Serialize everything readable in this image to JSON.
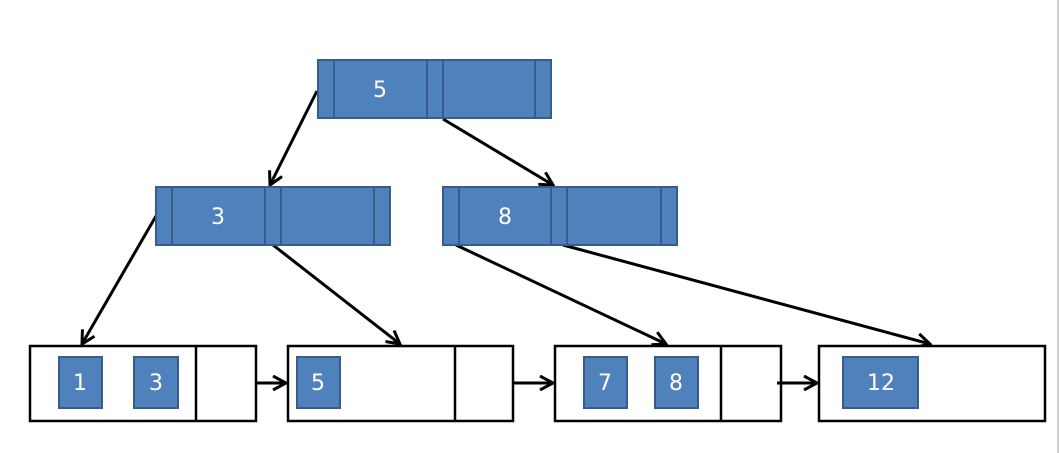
{
  "colors": {
    "node_fill": "#4f81bd",
    "node_border": "#385d8a",
    "leaf_border": "#000000",
    "edge": "#000000",
    "text": "#ffffff"
  },
  "inner_nodes": [
    {
      "id": "root",
      "key": "5"
    },
    {
      "id": "left",
      "key": "3"
    },
    {
      "id": "right",
      "key": "8"
    }
  ],
  "leaves": [
    {
      "id": "leaf1",
      "keys": [
        "1",
        "3"
      ]
    },
    {
      "id": "leaf2",
      "keys": [
        "5"
      ]
    },
    {
      "id": "leaf3",
      "keys": [
        "7",
        "8"
      ]
    },
    {
      "id": "leaf4",
      "keys": [
        "12"
      ]
    }
  ],
  "edges": [
    {
      "from": "root",
      "to": "left"
    },
    {
      "from": "root",
      "to": "right"
    },
    {
      "from": "left",
      "to": "leaf1"
    },
    {
      "from": "left",
      "to": "leaf2"
    },
    {
      "from": "right",
      "to": "leaf3"
    },
    {
      "from": "right",
      "to": "leaf4"
    },
    {
      "from": "leaf1",
      "to": "leaf2"
    },
    {
      "from": "leaf2",
      "to": "leaf3"
    },
    {
      "from": "leaf3",
      "to": "leaf4"
    }
  ]
}
